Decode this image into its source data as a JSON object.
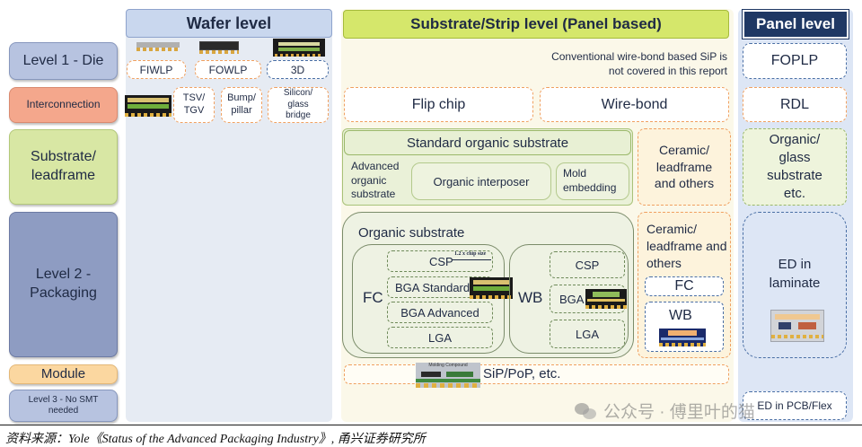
{
  "levels": {
    "die": "Level 1 - Die",
    "interconnection": "Interconnection",
    "substrate": "Substrate/ leadframe",
    "packaging": "Level 2 - Packaging",
    "module": "Module",
    "level3": "Level 3 - No SMT needed"
  },
  "columns": {
    "wafer": "Wafer level",
    "substrate": "Substrate/Strip level (Panel based)",
    "panel": "Panel level"
  },
  "wafer": {
    "die": [
      "FIWLP",
      "FOWLP",
      "3D"
    ],
    "interconnect": [
      "TSV/ TGV",
      "Bump/ pillar",
      "Silicon/ glass bridge"
    ]
  },
  "strip": {
    "note": "Conventional wire-bond based SiP is not covered in this report",
    "flip_chip": "Flip chip",
    "wire_bond": "Wire-bond",
    "standard_substrate": "Standard organic substrate",
    "advanced_substrate": "Advanced organic substrate",
    "organic_interposer": "Organic interposer",
    "mold_embedding": "Mold embedding",
    "ceramic_1": "Ceramic/ leadframe and others",
    "ceramic_2": "Ceramic/ leadframe and others",
    "organic_substrate": "Organic substrate",
    "fc": "FC",
    "wb": "WB",
    "fc_items": [
      "CSP",
      "BGA Standard",
      "BGA Advanced",
      "LGA"
    ],
    "wb_items": [
      "CSP",
      "BGA",
      "LGA"
    ],
    "chip_size_note": "1.2 x chip size",
    "ceramic_fc": "FC",
    "ceramic_wb": "WB",
    "sip": "SiP/PoP, etc.",
    "molding_label": "Molding Compound"
  },
  "panel": {
    "foplp": "FOPLP",
    "rdl": "RDL",
    "organic_glass": "Organic/ glass substrate etc.",
    "ed_laminate": "ED in laminate",
    "ed_pcb": "ED in PCB/Flex"
  },
  "footer": {
    "source": "资料来源：Yole《Status of the Advanced Packaging Industry》, 甬兴证券研究所",
    "watermark": "公众号 · 傅里叶的猫"
  },
  "colors": {
    "level_blue": "#b7c3e0",
    "interconnect_red": "#f4a78c",
    "substrate_green": "#d8e7a4",
    "module_orange": "#fbd7a0",
    "wafer_header": "#c9d7ee",
    "strip_header": "#d5e76b",
    "panel_header": "#1f3864",
    "accent_orange": "#f0a060",
    "accent_blue": "#4a6fa5"
  }
}
